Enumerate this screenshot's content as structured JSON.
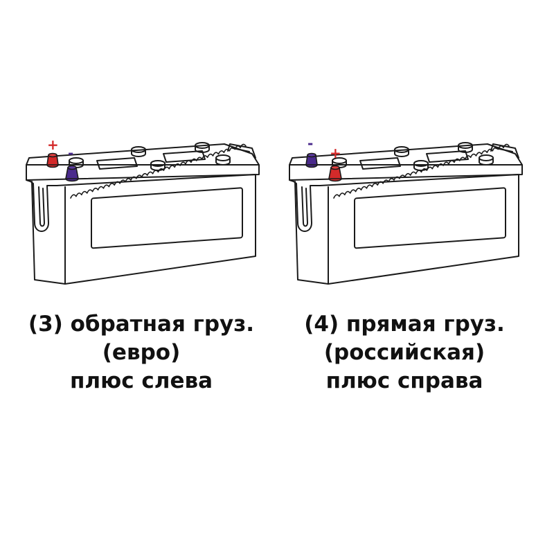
{
  "colors": {
    "outline": "#1a1a1a",
    "background": "#ffffff",
    "positive": "#d42a2a",
    "negative": "#4a2a8c",
    "text": "#111111"
  },
  "batteries": [
    {
      "caption": [
        "(3) обратная груз.",
        "(евро)",
        "плюс слева"
      ],
      "plus_sign": "+",
      "minus_sign": "-"
    },
    {
      "caption": [
        "(4) прямая груз.",
        "(российская)",
        "плюс справа"
      ],
      "plus_sign": "+",
      "minus_sign": "-"
    }
  ]
}
